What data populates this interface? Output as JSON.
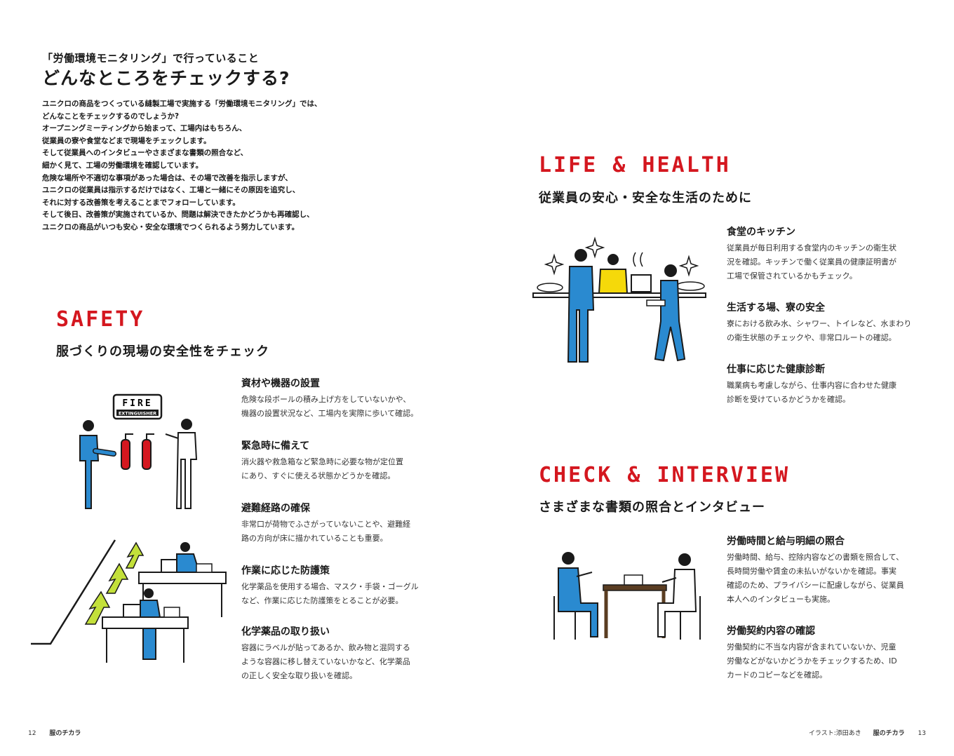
{
  "header": {
    "subtitle": "「労働環境モニタリング」で行っていること",
    "headline": "どんなところをチェックする?"
  },
  "intro": [
    "ユニクロの商品をつくっている縫製工場で実施する「労働環境モニタリング」では、",
    "どんなことをチェックするのでしょうか?",
    "オープニングミーティングから始まって、工場内はもちろん、",
    "従業員の寮や食堂などまで現場をチェックします。",
    "そして従業員へのインタビューやさまざまな書類の照合など、",
    "細かく見て、工場の労働環境を確認しています。",
    "危険な場所や不適切な事項があった場合は、その場で改善を指示しますが、",
    "ユニクロの従業員は指示するだけではなく、工場と一緒にその原因を追究し、",
    "それに対する改善策を考えることまでフォローしています。",
    "そして後日、改善策が実施されているか、問題は解決できたかどうかも再確認し、",
    "ユニクロの商品がいつも安心・安全な環境でつくられるよう努力しています。"
  ],
  "safety": {
    "title": "SAFETY",
    "subtitle": "服づくりの現場の安全性をチェック",
    "sign_line1": "FIRE",
    "sign_line2": "EXTINGUISHER",
    "items": [
      {
        "heading": "資材や機器の設置",
        "lines": [
          "危険な段ボールの積み上げ方をしていないかや、",
          "機器の設置状況など、工場内を実際に歩いて確認。"
        ]
      },
      {
        "heading": "緊急時に備えて",
        "lines": [
          "消火器や救急箱など緊急時に必要な物が定位置",
          "にあり、すぐに使える状態かどうかを確認。"
        ]
      },
      {
        "heading": "避難経路の確保",
        "lines": [
          "非常口が荷物でふさがっていないことや、避難経",
          "路の方向が床に描かれていることも重要。"
        ]
      },
      {
        "heading": "作業に応じた防護策",
        "lines": [
          "化学薬品を使用する場合、マスク・手袋・ゴーグル",
          "など、作業に応じた防護策をとることが必要。"
        ]
      },
      {
        "heading": "化学薬品の取り扱い",
        "lines": [
          "容器にラベルが貼ってあるか、飲み物と混同する",
          "ような容器に移し替えていないかなど、化学薬品",
          "の正しく安全な取り扱いを確認。"
        ]
      }
    ]
  },
  "life": {
    "title": "LIFE & HEALTH",
    "subtitle": "従業員の安心・安全な生活のために",
    "items": [
      {
        "heading": "食堂のキッチン",
        "lines": [
          "従業員が毎日利用する食堂内のキッチンの衛生状",
          "況を確認。キッチンで働く従業員の健康証明書が",
          "工場で保管されているかもチェック。"
        ]
      },
      {
        "heading": "生活する場、寮の安全",
        "lines": [
          "寮における飲み水、シャワー、トイレなど、水まわり",
          "の衛生状態のチェックや、非常口ルートの確認。"
        ]
      },
      {
        "heading": "仕事に応じた健康診断",
        "lines": [
          "職業病も考慮しながら、仕事内容に合わせた健康",
          "診断を受けているかどうかを確認。"
        ]
      }
    ]
  },
  "check": {
    "title": "CHECK & INTERVIEW",
    "subtitle": "さまざまな書類の照合とインタビュー",
    "items": [
      {
        "heading": "労働時間と給与明細の照合",
        "lines": [
          "労働時間、給与、控除内容などの書類を照合して、",
          "長時間労働や賃金の未払いがないかを確認。事実",
          "確認のため、プライバシーに配慮しながら、従業員",
          "本人へのインタビューも実施。"
        ]
      },
      {
        "heading": "労働契約内容の確認",
        "lines": [
          "労働契約に不当な内容が含まれていないか、児童",
          "労働などがないかどうかをチェックするため、ID",
          "カードのコピーなどを確認。"
        ]
      }
    ]
  },
  "footer": {
    "left_page": "12",
    "left_title": "服のチカラ",
    "credit": "イラスト:添田あき",
    "right_title": "服のチカラ",
    "right_page": "13"
  },
  "colors": {
    "accent_red": "#d4171f",
    "figure_blue": "#2a8ad0",
    "arrow_green": "#c3e03a",
    "table_brown": "#5a3d22",
    "apron_yellow": "#f5d90a"
  }
}
